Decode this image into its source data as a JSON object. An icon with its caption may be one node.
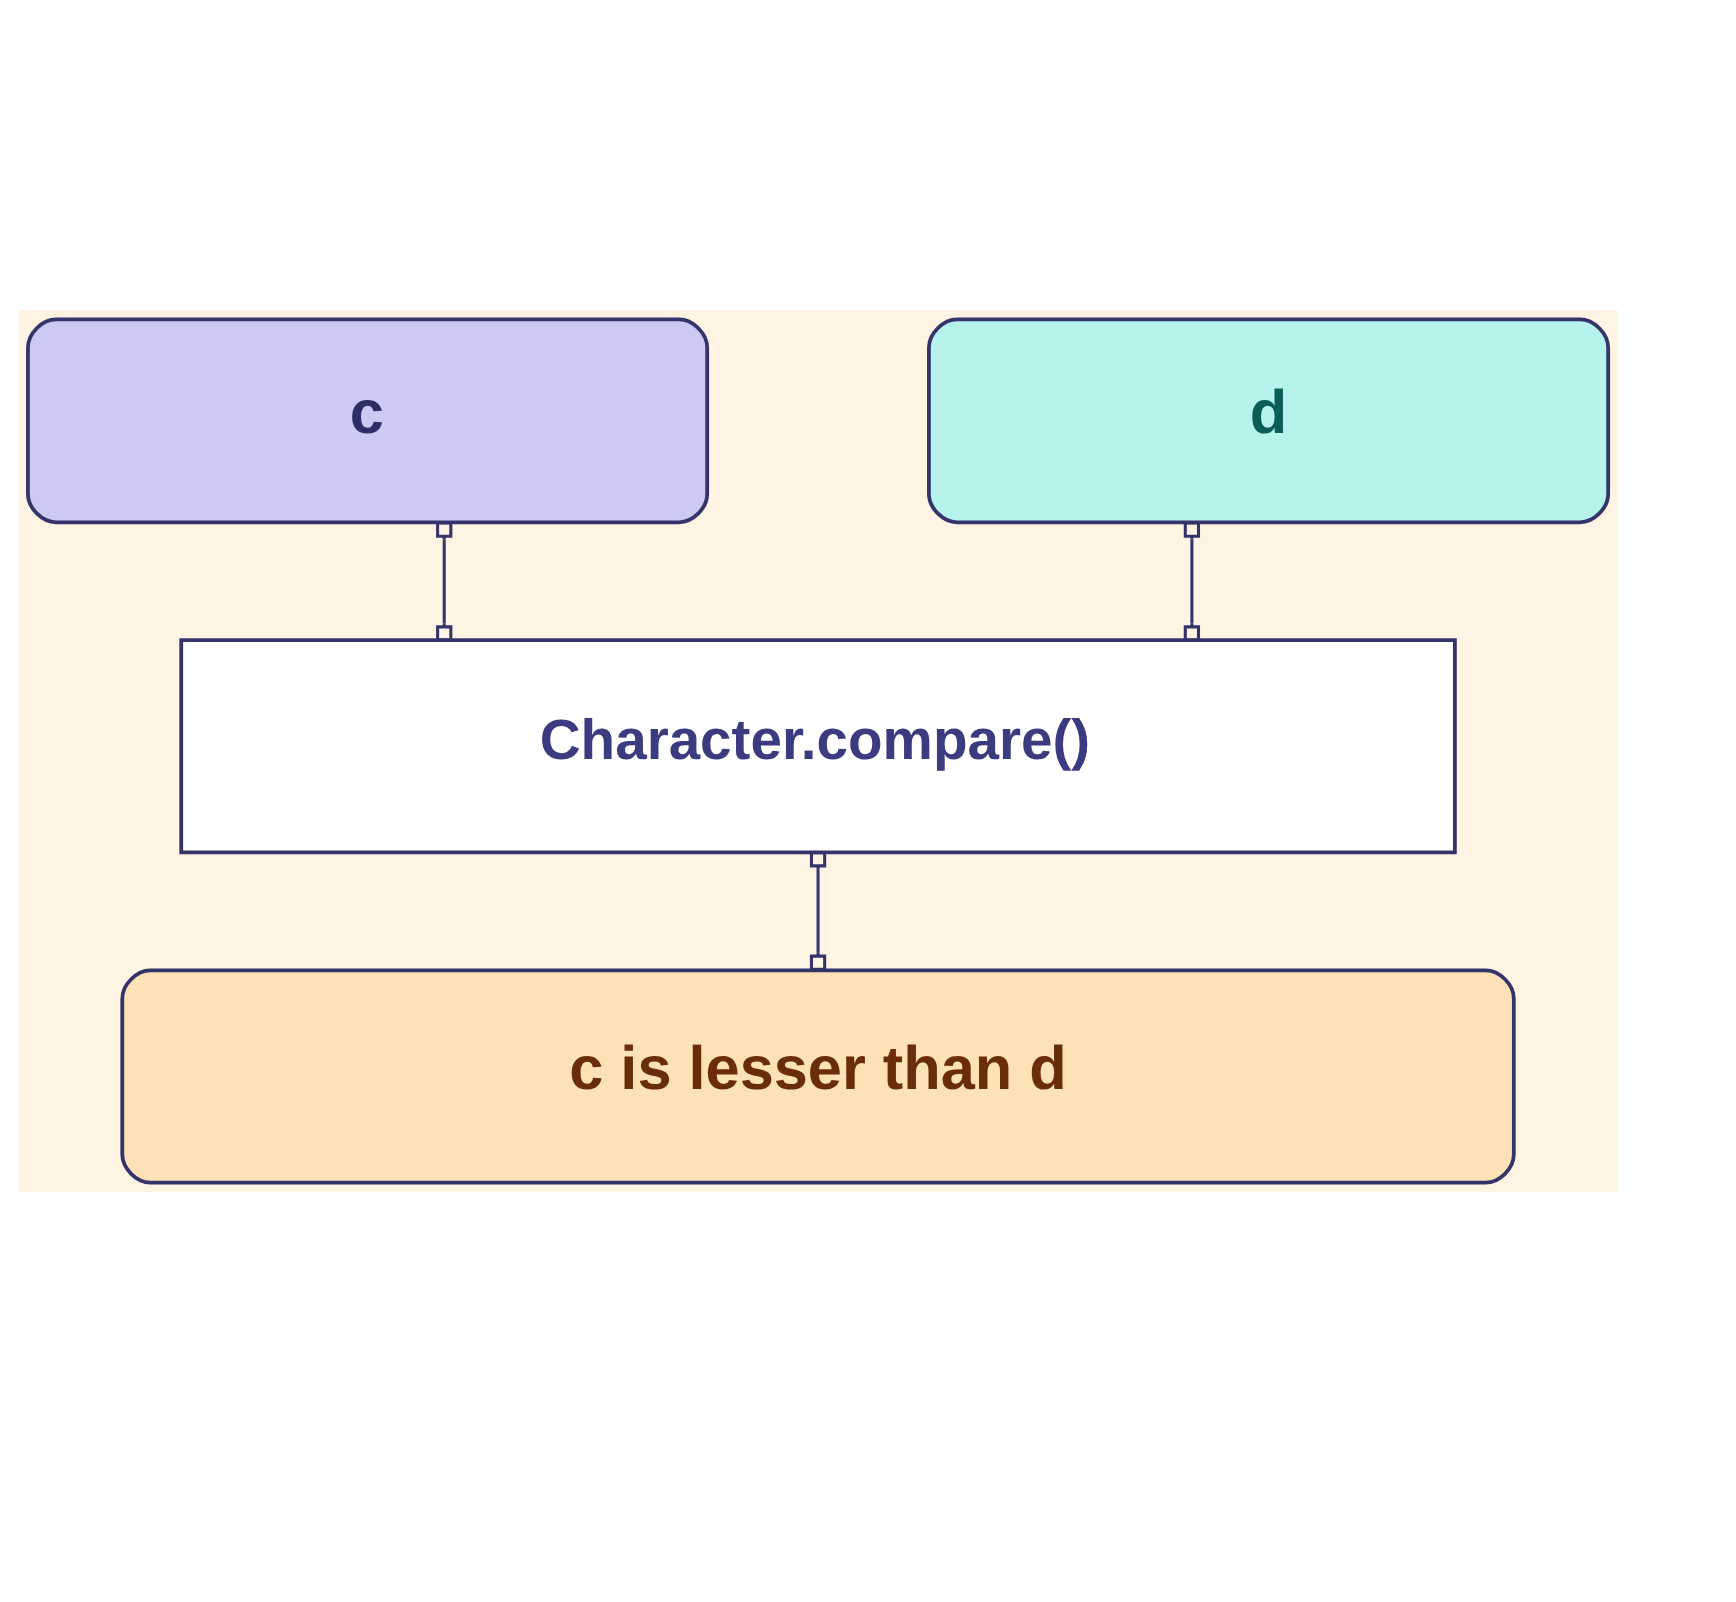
{
  "diagram": {
    "nodes": [
      {
        "text": [
          "c"
        ]
      },
      {
        "text": [
          "d"
        ]
      },
      {
        "text": [
          "Character.compare()"
        ]
      },
      {
        "text": [
          "c is lesser than d"
        ]
      }
    ],
    "edges": [
      {
        "from": 0,
        "to": 2,
        "arrow": "other"
      },
      {
        "from": 1,
        "to": 2,
        "arrow": "other"
      },
      {
        "from": 2,
        "to": 3,
        "arrow": "other"
      }
    ]
  }
}
